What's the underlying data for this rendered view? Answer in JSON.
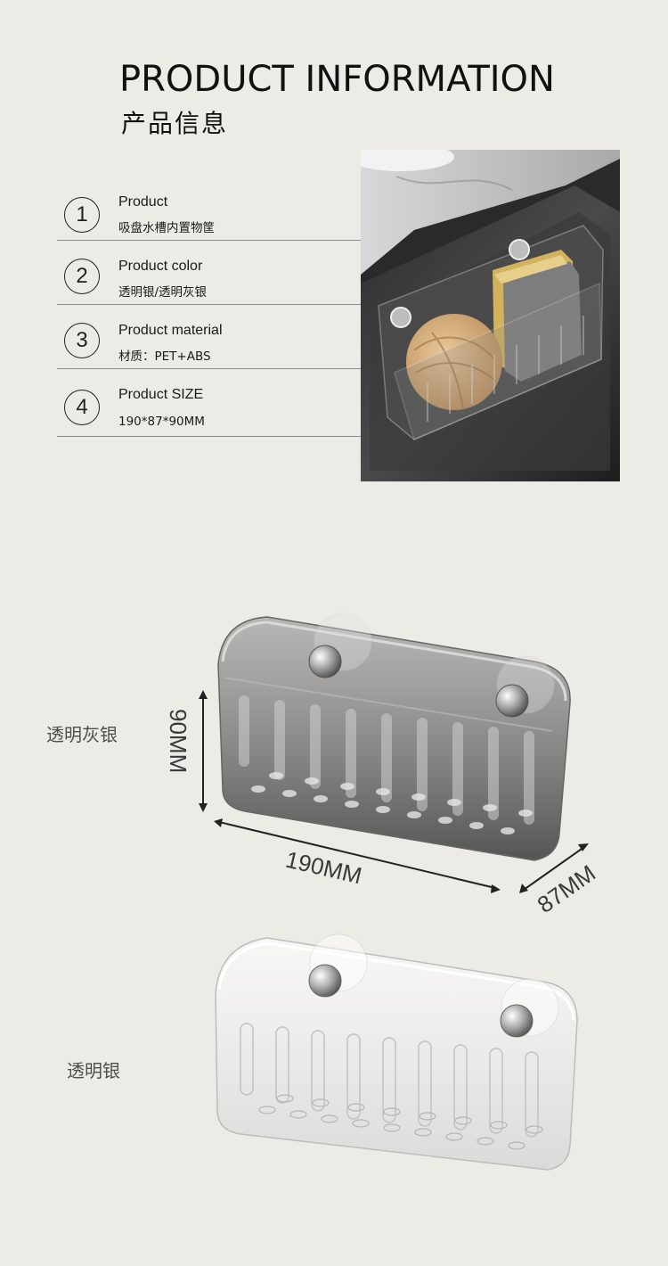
{
  "header": {
    "title_en": "PRODUCT INFORMATION",
    "title_cn": "产品信息"
  },
  "specs": [
    {
      "num": "1",
      "label": "Product",
      "value": "吸盘水槽内置物筐"
    },
    {
      "num": "2",
      "label": "Product color",
      "value": "透明银/透明灰银"
    },
    {
      "num": "3",
      "label": "Product material",
      "value": "材质：PET+ABS"
    },
    {
      "num": "4",
      "label": "Product SIZE",
      "value": "190*87*90MM"
    }
  ],
  "variants": {
    "gray": {
      "name": "透明灰银",
      "height": "90MM",
      "width": "190MM",
      "depth": "87MM"
    },
    "clear": {
      "name": "透明银"
    }
  },
  "colors": {
    "background": "#edebe5",
    "text": "#1c1c1c",
    "rule": "#8a8a8a"
  }
}
